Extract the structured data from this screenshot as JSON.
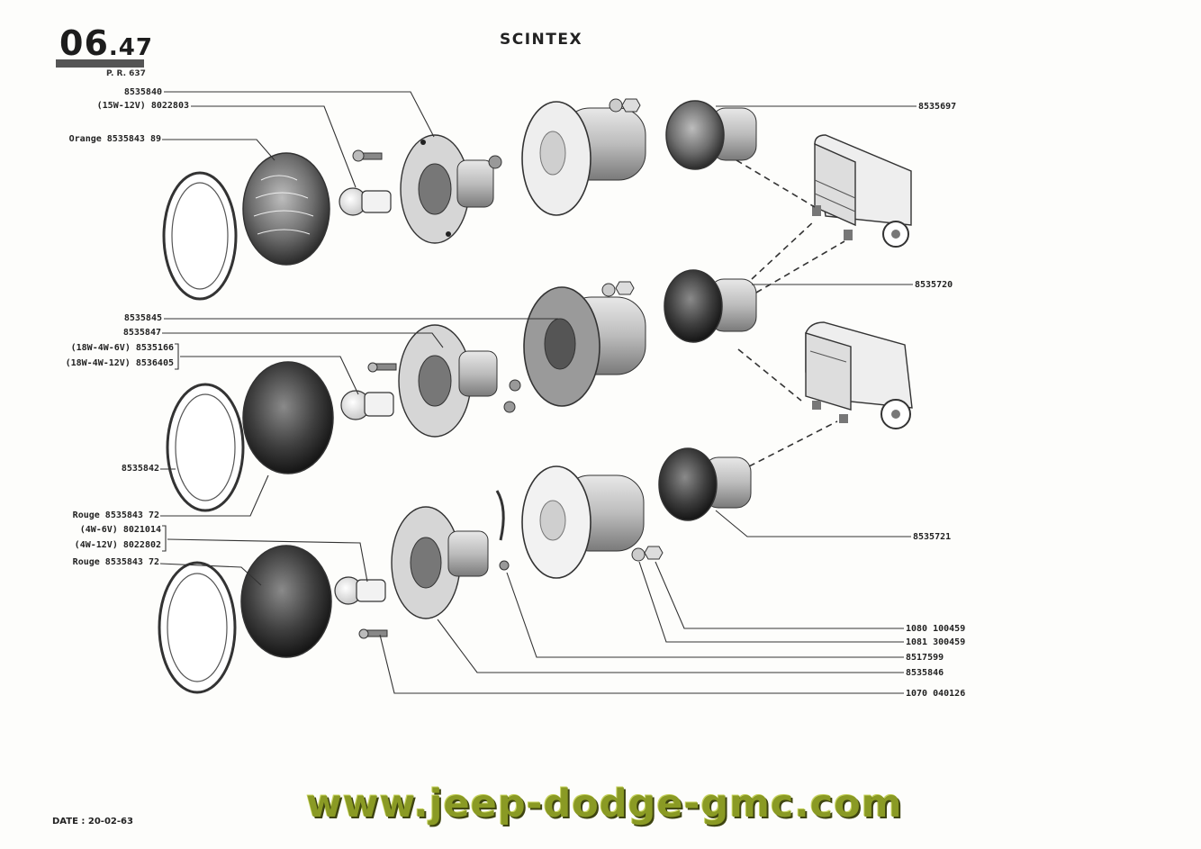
{
  "header": {
    "section_main": "06",
    "section_sub": ".47",
    "pr_code": "P. R. 637",
    "title": "SCINTEX"
  },
  "labels_left": [
    {
      "id": "l1",
      "text": "8535840"
    },
    {
      "id": "l2",
      "text": "(15W-12V) 8022803"
    },
    {
      "id": "l3",
      "text": "Orange 8535843 89"
    },
    {
      "id": "l4",
      "text": "8535845"
    },
    {
      "id": "l5",
      "text": "8535847"
    },
    {
      "id": "l6",
      "text": "(18W-4W-6V) 8535166"
    },
    {
      "id": "l7",
      "text": "(18W-4W-12V) 8536405"
    },
    {
      "id": "l8",
      "text": "8535842"
    },
    {
      "id": "l9",
      "text": "Rouge 8535843 72"
    },
    {
      "id": "l10",
      "text": "(4W-6V) 8021014"
    },
    {
      "id": "l11",
      "text": "(4W-12V) 8022802"
    },
    {
      "id": "l12",
      "text": "Rouge 8535843 72"
    }
  ],
  "labels_right": [
    {
      "id": "r1",
      "text": "8535697"
    },
    {
      "id": "r2",
      "text": "8535720"
    },
    {
      "id": "r3",
      "text": "8535721"
    },
    {
      "id": "r4",
      "text": "1080 100459"
    },
    {
      "id": "r5",
      "text": "1081 300459"
    },
    {
      "id": "r6",
      "text": "8517599"
    },
    {
      "id": "r7",
      "text": "8535846"
    },
    {
      "id": "r8",
      "text": "1070 040126"
    }
  ],
  "footer": {
    "date": "DATE : 20-02-63",
    "watermark": "www.jeep-dodge-gmc.com"
  }
}
